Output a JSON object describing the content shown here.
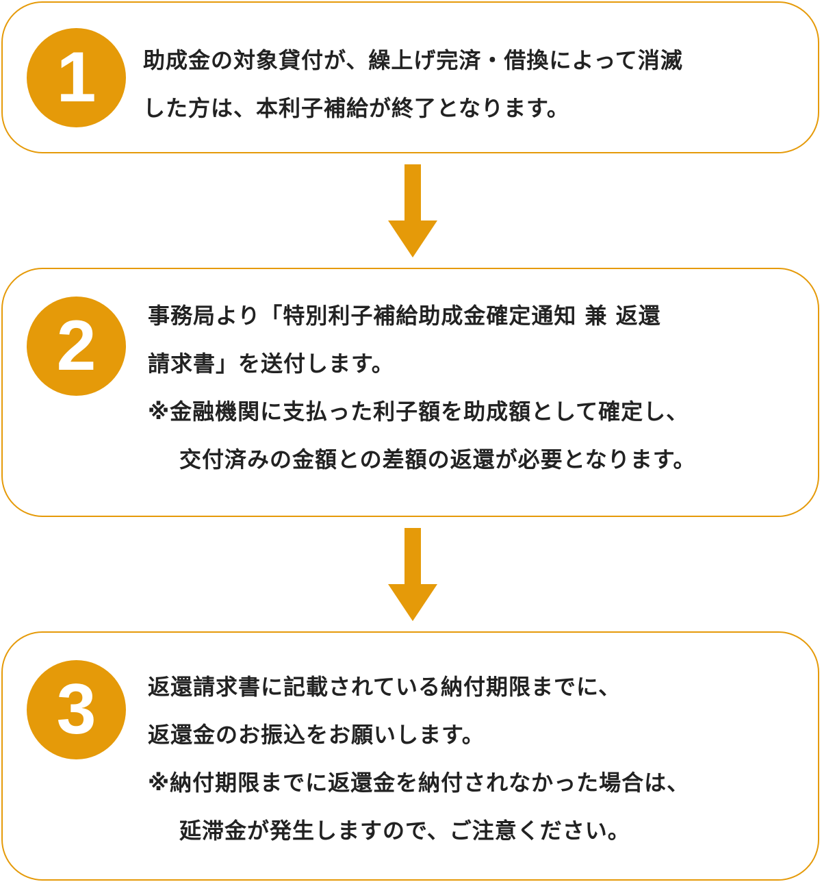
{
  "steps": [
    {
      "number": "1",
      "lines": [
        "助成金の対象貸付が、繰上げ完済・借換によって消滅",
        "した方は、本利子補給が終了となります。"
      ],
      "notes": []
    },
    {
      "number": "2",
      "lines": [
        "事務局より「特別利子補給助成金確定通知 兼 返還",
        "請求書」を送付します。"
      ],
      "notes": [
        "※金融機関に支払った利子額を助成額として確定し、",
        "交付済みの金額との差額の返還が必要となります。"
      ]
    },
    {
      "number": "3",
      "lines": [
        "返還請求書に記載されている納付期限までに、",
        "返還金のお振込をお願いします。"
      ],
      "notes": [
        "※納付期限までに返還金を納付されなかった場合は、",
        "延滞金が発生しますので、ご注意ください。"
      ]
    }
  ],
  "colors": {
    "accent": "#e59a09",
    "text": "#222222",
    "background": "#ffffff"
  },
  "icons": {
    "arrow": "arrow-down-icon"
  }
}
